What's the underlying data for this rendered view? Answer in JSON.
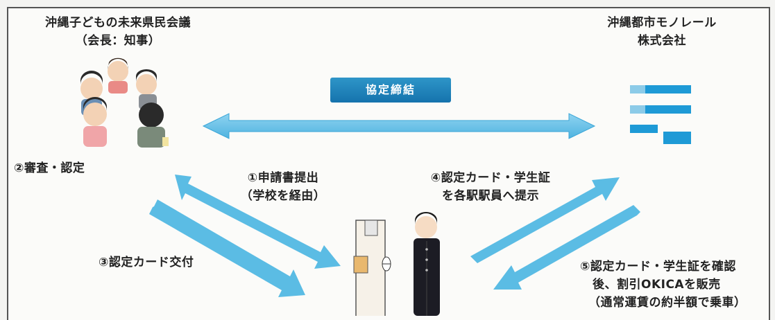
{
  "left_org": {
    "line1": "沖縄子どもの未来県民会議",
    "line2": "（会長：知事）"
  },
  "right_org": {
    "line1": "沖縄都市モノレール",
    "line2": "株式会社"
  },
  "agreement": "協定締結",
  "steps": {
    "step2": "②審査・認定",
    "step1_line1": "①申請書提出",
    "step1_line2": "（学校を経由）",
    "step3": "③認定カード交付",
    "step4_line1": "④認定カード・学生証",
    "step4_line2": "を各駅駅員へ提示",
    "step5_line1": "⑤認定カード・学生証を確認",
    "step5_line2": "後、割引OKICAを販売",
    "step5_line3": "（通常運賃の約半額で乗車）"
  },
  "colors": {
    "arrow": "#5bbce4",
    "pill": "#1b7fb8",
    "logo": "#1e9ad6"
  },
  "icons": [
    "people-group-icon",
    "monorail-logo-icon",
    "student-icon",
    "ticket-gate-icon"
  ]
}
